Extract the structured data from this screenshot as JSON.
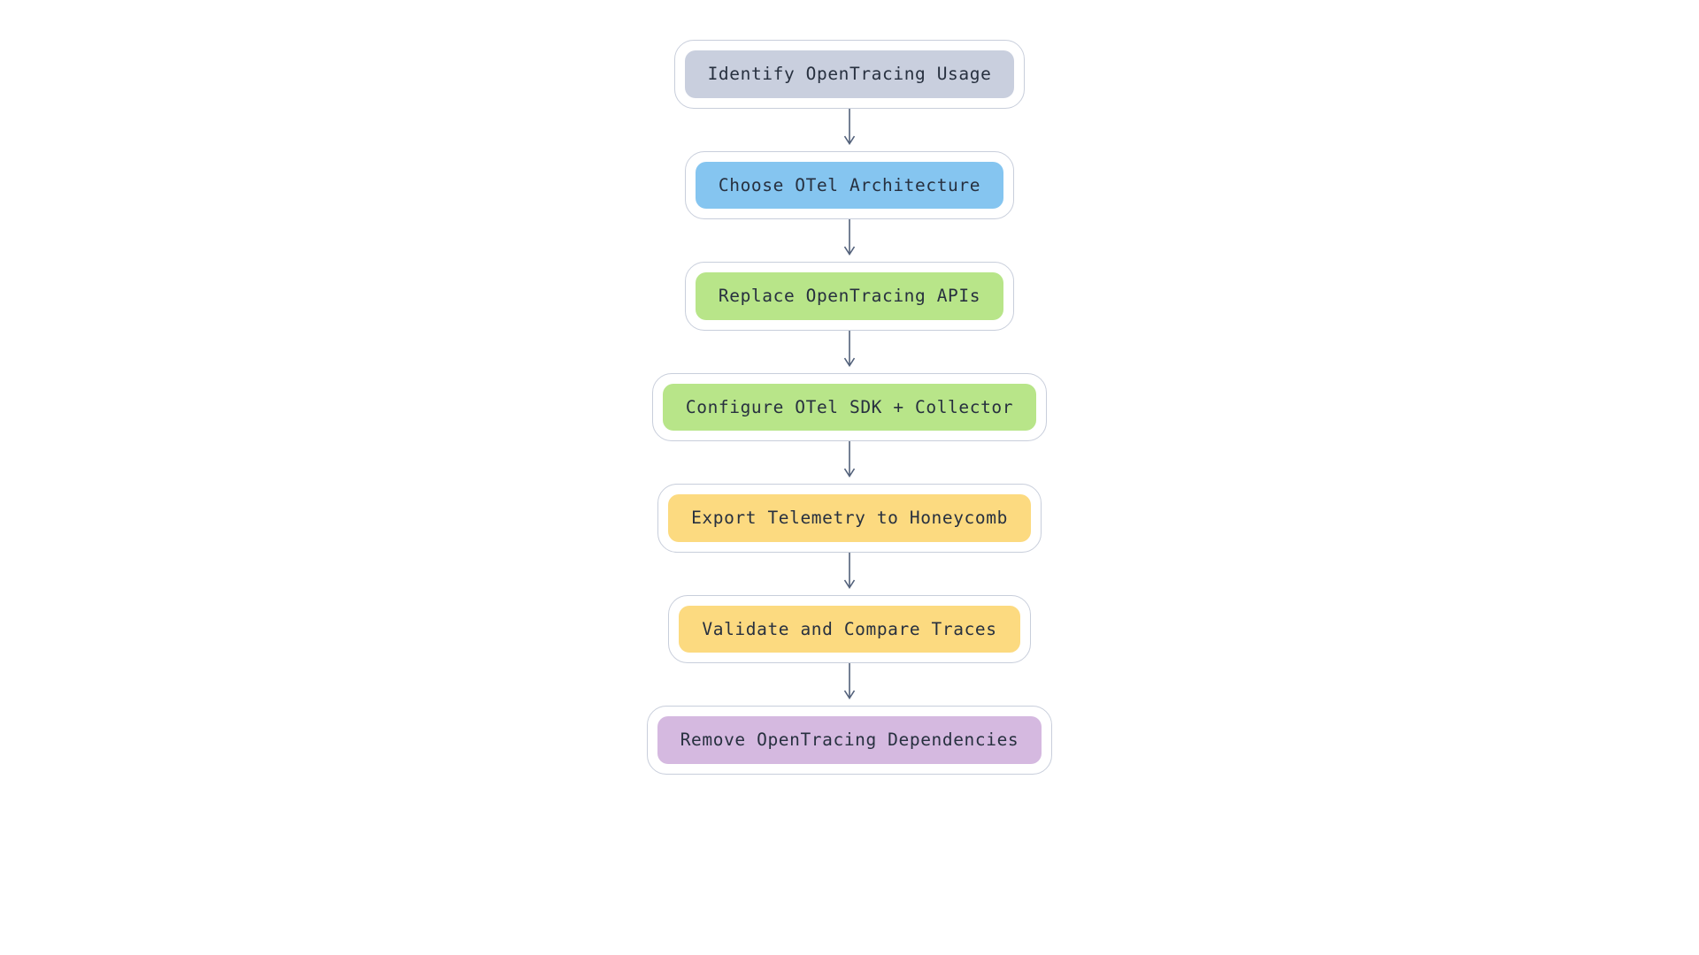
{
  "diagram": {
    "type": "flowchart",
    "orientation": "top-to-bottom",
    "background_color": "#ffffff",
    "edge_color": "#52607a",
    "node_border_color": "#c8cedb",
    "node_text_color": "#27303f",
    "nodes": [
      {
        "id": "identify",
        "label": "Identify OpenTracing Usage",
        "fill": "#c9cfde"
      },
      {
        "id": "choose",
        "label": "Choose OTel Architecture",
        "fill": "#85c5f0"
      },
      {
        "id": "replace",
        "label": "Replace OpenTracing APIs",
        "fill": "#b8e589"
      },
      {
        "id": "configure",
        "label": "Configure OTel SDK + Collector",
        "fill": "#b8e589"
      },
      {
        "id": "export",
        "label": "Export Telemetry to Honeycomb",
        "fill": "#fcda80"
      },
      {
        "id": "validate",
        "label": "Validate and Compare Traces",
        "fill": "#fcda80"
      },
      {
        "id": "remove",
        "label": "Remove OpenTracing Dependencies",
        "fill": "#d5b9e0"
      }
    ],
    "edges": [
      {
        "from": "identify",
        "to": "choose",
        "label": ""
      },
      {
        "from": "choose",
        "to": "replace",
        "label": ""
      },
      {
        "from": "replace",
        "to": "configure",
        "label": ""
      },
      {
        "from": "configure",
        "to": "export",
        "label": ""
      },
      {
        "from": "export",
        "to": "validate",
        "label": ""
      },
      {
        "from": "validate",
        "to": "remove",
        "label": ""
      }
    ]
  }
}
